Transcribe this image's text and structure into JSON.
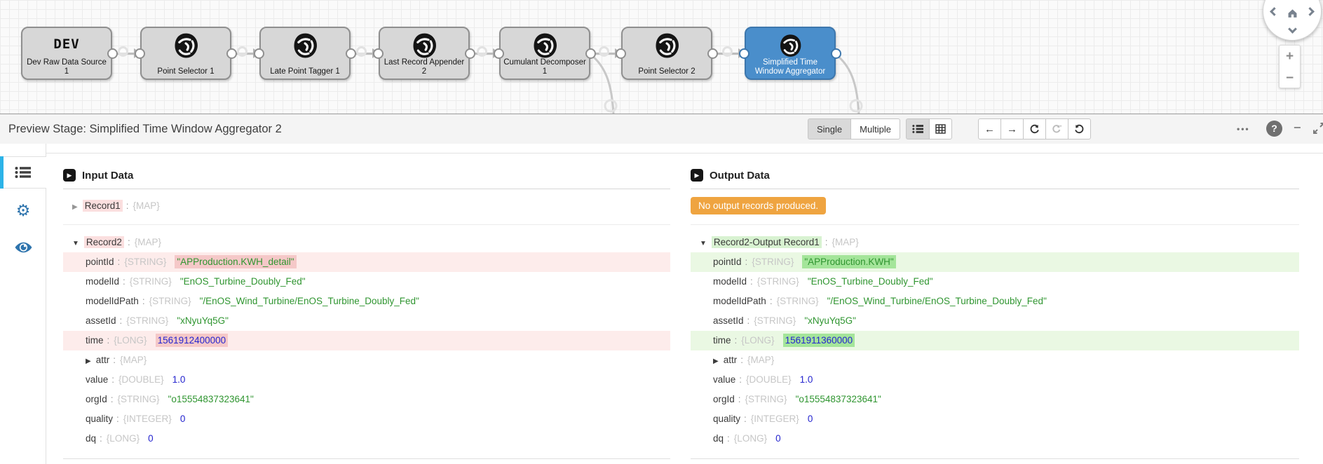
{
  "pipeline": {
    "nodes": [
      {
        "title": "DEV",
        "label": "Dev Raw Data Source 1"
      },
      {
        "label": "Point Selector 1"
      },
      {
        "label": "Late Point Tagger 1"
      },
      {
        "label": "Last Record Appender 2"
      },
      {
        "label": "Cumulant Decomposer 1"
      },
      {
        "label": "Point Selector 2"
      },
      {
        "label": "Simplified Time Window Aggregator"
      }
    ]
  },
  "header": {
    "title": "Preview Stage: Simplified Time Window Aggregator 2",
    "single_label": "Single",
    "multiple_label": "Multiple"
  },
  "icons": {
    "prev": "←",
    "next": "→",
    "more": "•••",
    "help": "?",
    "minimize": "−",
    "zoom_in": "+",
    "zoom_out": "−",
    "play": "▶"
  },
  "glyphs": {
    "collapsed": "▶",
    "expanded": "▼"
  },
  "colors": {
    "selected_node_blue": "#4a8ecb",
    "sidebar_accent_cyan": "#2cb3e8",
    "badge_orange": "#efa440",
    "changed_input_pink": "#f5c8c8",
    "changed_output_green": "#a4e59a",
    "string_value_green": "#2f9530",
    "number_value_blue": "#2525cf"
  },
  "input": {
    "title": "Input Data",
    "record1": {
      "name": "Record1",
      "type": "{MAP}"
    },
    "record2": {
      "name": "Record2",
      "type": "{MAP}",
      "fields": [
        {
          "name": "pointId",
          "type": "{STRING}",
          "value": "\"APProduction.KWH_detail\""
        },
        {
          "name": "modelId",
          "type": "{STRING}",
          "value": "\"EnOS_Turbine_Doubly_Fed\""
        },
        {
          "name": "modelIdPath",
          "type": "{STRING}",
          "value": "\"/EnOS_Wind_Turbine/EnOS_Turbine_Doubly_Fed\""
        },
        {
          "name": "assetId",
          "type": "{STRING}",
          "value": "\"xNyuYq5G\""
        },
        {
          "name": "time",
          "type": "{LONG}",
          "value": "1561912400000"
        },
        {
          "name": "attr",
          "type": "{MAP}",
          "value": ""
        },
        {
          "name": "value",
          "type": "{DOUBLE}",
          "value": "1.0"
        },
        {
          "name": "orgId",
          "type": "{STRING}",
          "value": "\"o15554837323641\""
        },
        {
          "name": "quality",
          "type": "{INTEGER}",
          "value": "0"
        },
        {
          "name": "dq",
          "type": "{LONG}",
          "value": "0"
        }
      ]
    }
  },
  "output": {
    "title": "Output Data",
    "notice": "No output records produced.",
    "record": {
      "name": "Record2-Output Record1",
      "type": "{MAP}",
      "fields": [
        {
          "name": "pointId",
          "type": "{STRING}",
          "value": "\"APProduction.KWH\""
        },
        {
          "name": "modelId",
          "type": "{STRING}",
          "value": "\"EnOS_Turbine_Doubly_Fed\""
        },
        {
          "name": "modelIdPath",
          "type": "{STRING}",
          "value": "\"/EnOS_Wind_Turbine/EnOS_Turbine_Doubly_Fed\""
        },
        {
          "name": "assetId",
          "type": "{STRING}",
          "value": "\"xNyuYq5G\""
        },
        {
          "name": "time",
          "type": "{LONG}",
          "value": "1561911360000"
        },
        {
          "name": "attr",
          "type": "{MAP}",
          "value": ""
        },
        {
          "name": "value",
          "type": "{DOUBLE}",
          "value": "1.0"
        },
        {
          "name": "orgId",
          "type": "{STRING}",
          "value": "\"o15554837323641\""
        },
        {
          "name": "quality",
          "type": "{INTEGER}",
          "value": "0"
        },
        {
          "name": "dq",
          "type": "{LONG}",
          "value": "0"
        }
      ]
    }
  }
}
